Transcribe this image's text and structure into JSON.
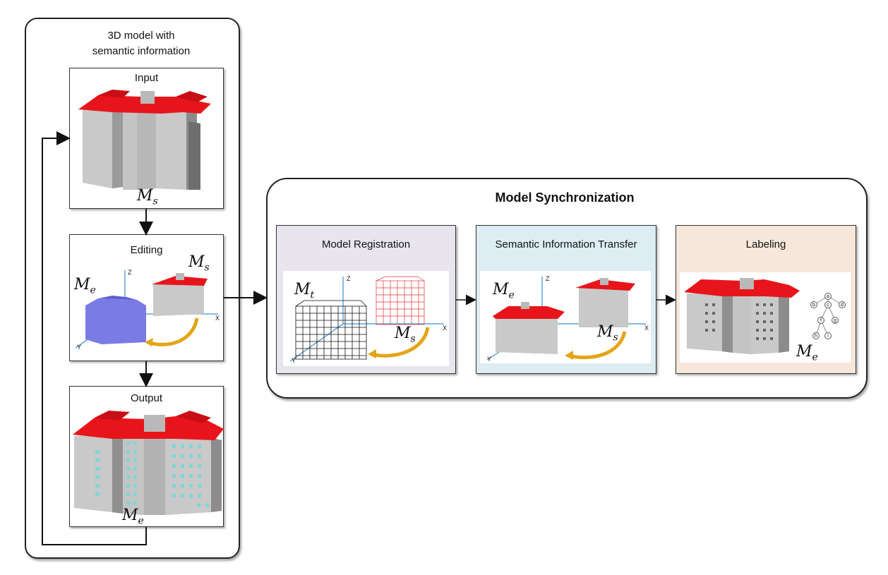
{
  "left_group": {
    "title": "3D model with\nsemantic information",
    "input_label": "Input",
    "editing_label": "Editing",
    "output_label": "Output"
  },
  "sync_group": {
    "title": "Model Synchronization",
    "registration_label": "Model Registration",
    "transfer_label": "Semantic Information Transfer",
    "labeling_label": "Labeling"
  },
  "math": {
    "ms": "M",
    "ms_sub": "s",
    "me": "M",
    "me_sub": "e",
    "mt": "M",
    "mt_sub": "t"
  },
  "axes": {
    "x": "X",
    "y": "Y",
    "z": "Z"
  },
  "tree_nodes": [
    "a",
    "b",
    "c",
    "d",
    "f",
    "g",
    "h",
    "i"
  ],
  "colors": {
    "roof": "#e8141b",
    "wall": "#c8c8c8",
    "blue_model": "#7b7be6",
    "window": "#7fd6d6",
    "arrow_gold": "#e2a516",
    "registration_bg": "#e8e5ee",
    "transfer_bg": "#dcedf3",
    "labeling_bg": "#f7e7db"
  }
}
